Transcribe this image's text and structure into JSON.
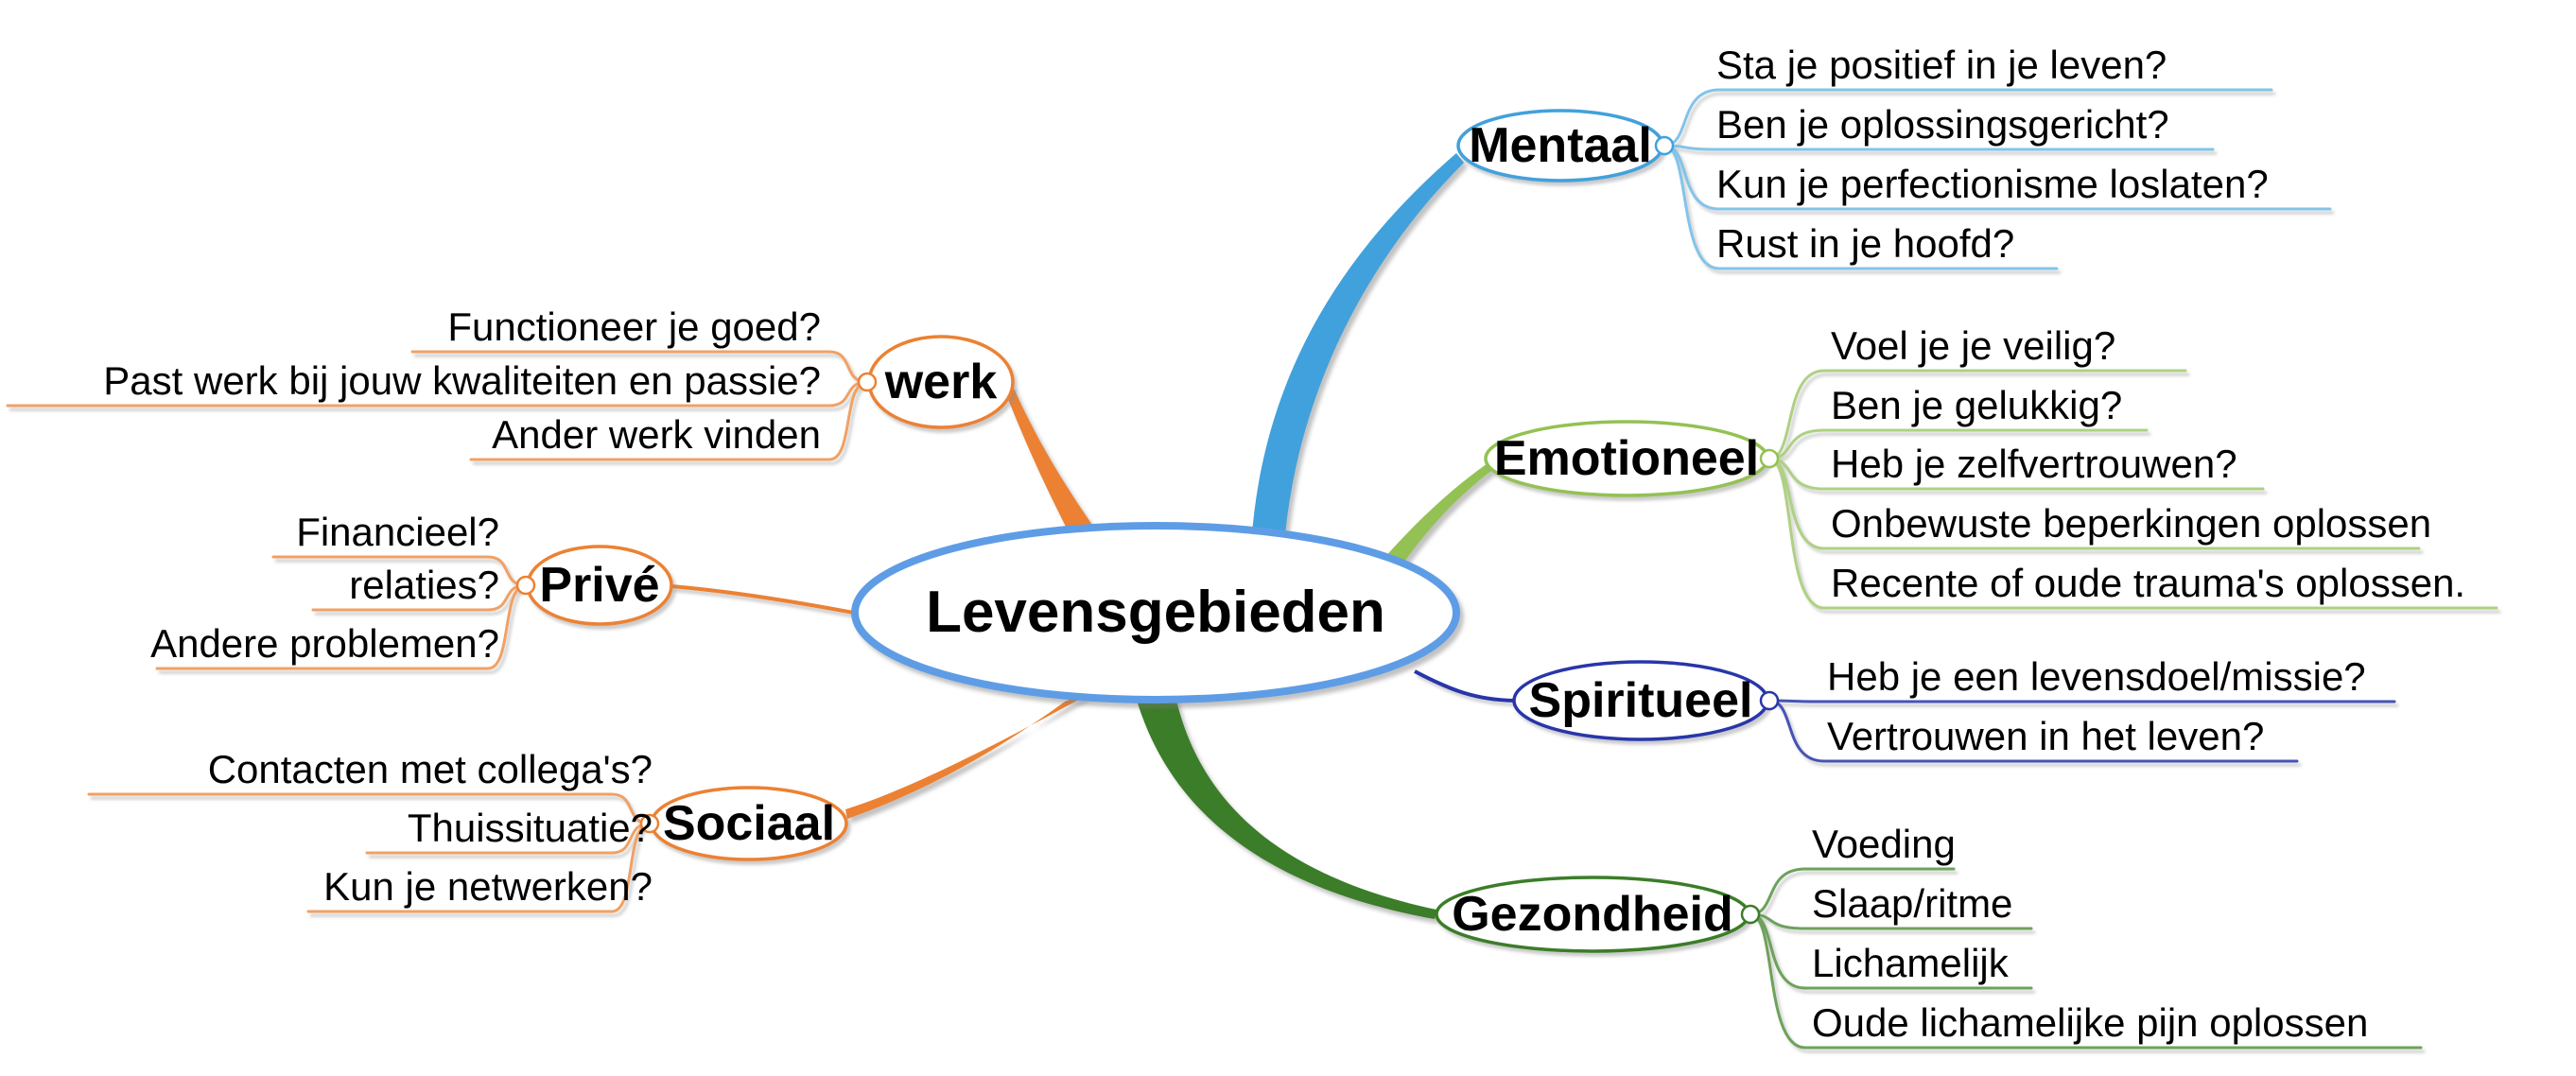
{
  "title": "Levensgebieden",
  "colors": {
    "background": "#ffffff",
    "text": "#000000",
    "central_border": "#5e9de6"
  },
  "branches": [
    {
      "label": "Mentaal",
      "color": "#41a1dc",
      "line_color": "#82c4ea",
      "items": [
        "Sta je positief in je leven?",
        "Ben je oplossingsgericht?",
        "Kun je perfectionisme loslaten?",
        "Rust in je hoofd?"
      ]
    },
    {
      "label": "Emotioneel",
      "color": "#94c153",
      "line_color": "#aed183",
      "items": [
        "Voel je je veilig?",
        "Ben je gelukkig?",
        "Heb je zelfvertrouwen?",
        "Onbewuste beperkingen oplossen",
        "Recente of oude trauma's oplossen."
      ]
    },
    {
      "label": "Spiritueel",
      "color": "#2836aa",
      "line_color": "#4653b5",
      "items": [
        "Heb je een levensdoel/missie?",
        "Vertrouwen in het leven?"
      ]
    },
    {
      "label": "Gezondheid",
      "color": "#3b7d28",
      "line_color": "#6da25b",
      "items": [
        "Voeding",
        "Slaap/ritme",
        "Lichamelijk",
        "Oude lichamelijke pijn oplossen"
      ]
    },
    {
      "label": "werk",
      "color": "#ec8133",
      "line_color": "#f0a165",
      "items": [
        "Functioneer je goed?",
        "Past werk bij jouw kwaliteiten en passie?",
        "Ander werk vinden"
      ]
    },
    {
      "label": "Privé",
      "color": "#ec8133",
      "line_color": "#f0a165",
      "items": [
        "Financieel?",
        "relaties?",
        "Andere problemen?"
      ]
    },
    {
      "label": "Sociaal",
      "color": "#ec8133",
      "line_color": "#f0a165",
      "items": [
        "Contacten met collega's?",
        "Thuissituatie?",
        "Kun je netwerken?"
      ]
    }
  ]
}
